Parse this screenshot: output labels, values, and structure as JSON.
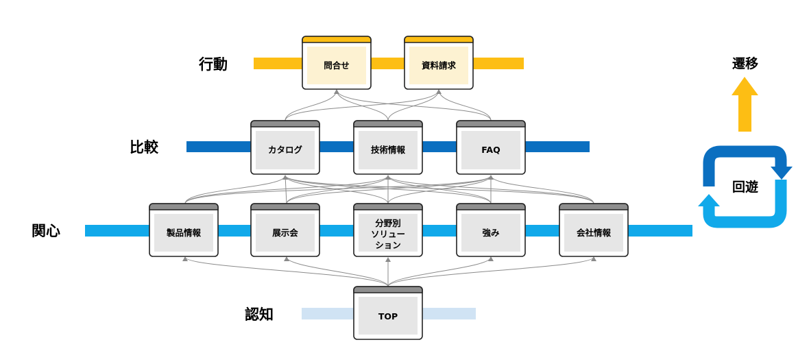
{
  "levels": {
    "action": "行動",
    "compare": "比較",
    "interest": "関心",
    "awareness": "認知"
  },
  "pages": {
    "inquiry": "問合せ",
    "document_request": "資料請求",
    "catalog": "カタログ",
    "tech_info": "技術情報",
    "faq": "FAQ",
    "product_info": "製品情報",
    "exhibition": "展示会",
    "solution_line1": "分野別",
    "solution_line2": "ソリュー",
    "solution_line3": "ション",
    "strength": "強み",
    "company_info": "会社情報",
    "top": "TOP"
  },
  "legend": {
    "transition": "遷移",
    "circulation": "回遊"
  },
  "colors": {
    "action_band": "#FDBE14",
    "compare_band": "#0B6FC0",
    "interest_band": "#11A9EA",
    "awareness_band": "#D0E3F4",
    "page_fill": "#E6E6E6",
    "action_page_fill": "#FDF2D2",
    "page_header": "#8E8E8E",
    "action_page_header": "#FDBE14",
    "connector": "#8A8A8A"
  }
}
